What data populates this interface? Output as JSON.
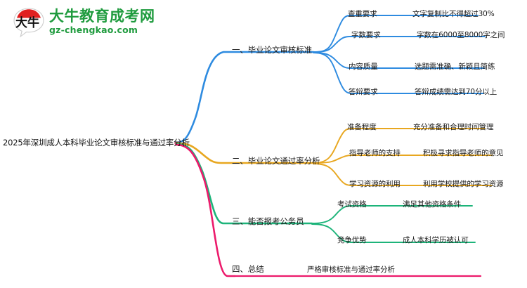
{
  "logo": {
    "mark_text": "大牛",
    "brand_cn": "大牛教育成考网",
    "brand_url": "gz-chengkao.com",
    "brand_color": "#1F9B3E",
    "mark_accent_color": "#E02020"
  },
  "mindmap": {
    "root": {
      "label": "2025年深圳成人本科毕业论文审核标准与通过率分析"
    },
    "branches": [
      {
        "label": "一、毕业论文审核标准",
        "color": "#2E8BE0",
        "children": [
          {
            "label": "查重要求",
            "detail": "文字复制比不得超过30%"
          },
          {
            "label": "字数要求",
            "detail": "字数在6000至8000字之间"
          },
          {
            "label": "内容质量",
            "detail": "选题需准确、新颖且简练"
          },
          {
            "label": "答辩要求",
            "detail": "答辩成绩需达到70分以上"
          }
        ]
      },
      {
        "label": "二、毕业论文通过率分析",
        "color": "#E8A720",
        "children": [
          {
            "label": "准备程度",
            "detail": "充分准备和合理时间管理"
          },
          {
            "label": "指导老师的支持",
            "detail": "积极寻求指导老师的意见"
          },
          {
            "label": "学习资源的利用",
            "detail": "利用学校提供的学习资源"
          }
        ]
      },
      {
        "label": "三、能否报考公务员",
        "color": "#1DB47A",
        "children": [
          {
            "label": "考试资格",
            "detail": "满足其他资格条件"
          },
          {
            "label": "竞争优势",
            "detail": "成人本科学历被认可"
          }
        ]
      },
      {
        "label": "四、总结",
        "color": "#EC1A6B",
        "children": [
          {
            "label": "严格审核标准与通过率分析",
            "detail": ""
          }
        ]
      }
    ]
  }
}
